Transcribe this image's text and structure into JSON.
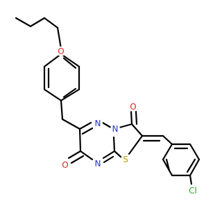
{
  "molecule": {
    "atoms": [
      {
        "id": "O_ether",
        "label": "O",
        "color": "#e1251b"
      },
      {
        "id": "O_carbonyl_top",
        "label": "O",
        "color": "#e1251b"
      },
      {
        "id": "O_carbonyl_left",
        "label": "O",
        "color": "#e1251b"
      },
      {
        "id": "N1",
        "label": "N",
        "color": "#2233cc"
      },
      {
        "id": "N2",
        "label": "N",
        "color": "#2233cc"
      },
      {
        "id": "N3",
        "label": "N",
        "color": "#2233cc"
      },
      {
        "id": "S",
        "label": "S",
        "color": "#b8a000"
      },
      {
        "id": "Cl",
        "label": "Cl",
        "color": "#2e9e2e"
      }
    ],
    "bond_color": "#000000"
  }
}
